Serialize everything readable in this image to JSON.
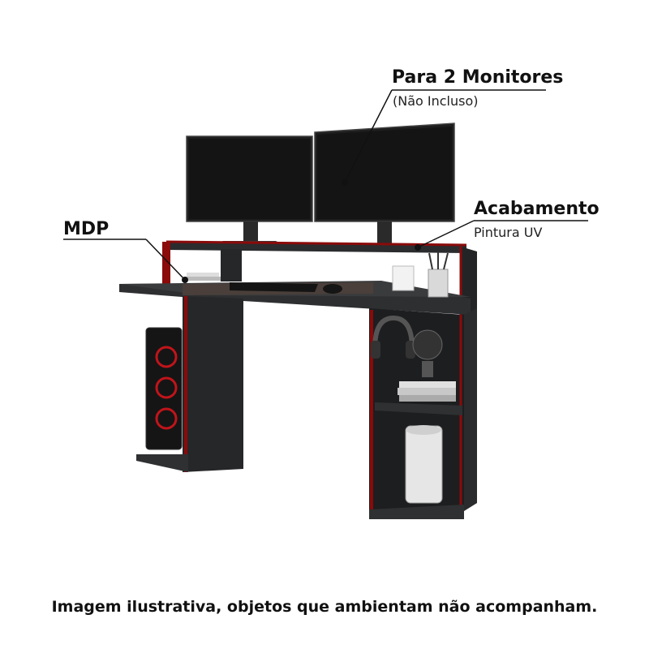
{
  "callouts": {
    "monitors": {
      "title": "Para 2 Monitores",
      "note": "(Não Incluso)"
    },
    "material": {
      "title": "MDP"
    },
    "finish": {
      "title": "Acabamento",
      "note": "Pintura UV"
    }
  },
  "disclaimer": "Imagem ilustrativa, objetos que ambientam não acompanham.",
  "colors": {
    "desk": "#2b2c2e",
    "edge": "#8b0a0a",
    "accent_red": "#c0141a",
    "text": "#111111"
  },
  "icons": [
    "gaming-desk",
    "monitor",
    "pc-tower",
    "keyboard",
    "mouse",
    "headphones",
    "globe",
    "books",
    "pencil-cup",
    "mug"
  ]
}
